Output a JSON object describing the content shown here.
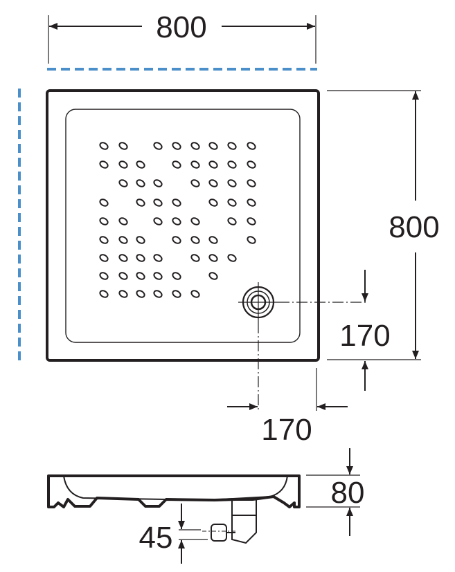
{
  "dimensions": {
    "width": "800",
    "length": "800",
    "drain_offset_y": "170",
    "drain_offset_x": "170",
    "height": "80",
    "outlet_height": "45"
  },
  "colors": {
    "line": "#231f20",
    "wall_marker": "#4a8fc9"
  }
}
